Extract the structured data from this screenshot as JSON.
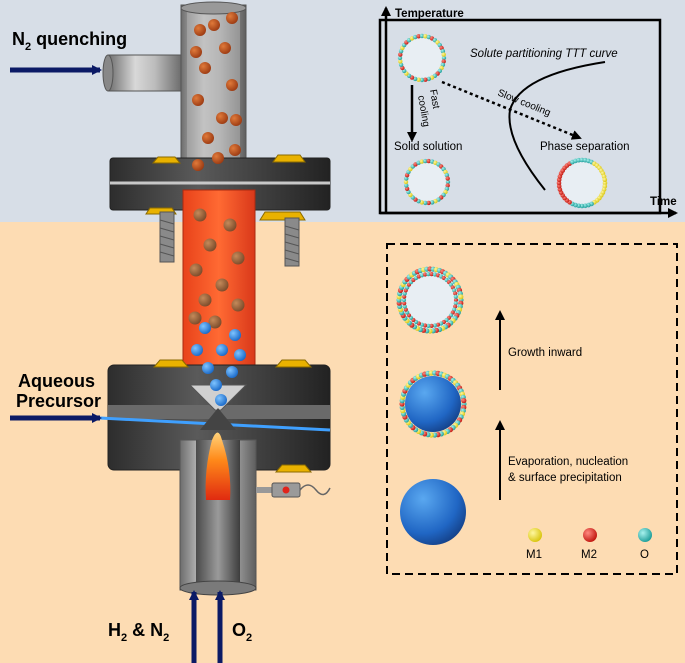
{
  "labels": {
    "n2_quenching": "N",
    "n2_quenching_sub": "2",
    "n2_quenching_rest": " quenching",
    "aqueous": "Aqueous",
    "precursor": "Precursor",
    "h2": "H",
    "h2_sub": "2",
    "and_n": " & N",
    "n2_sub": "2",
    "o": "O",
    "o_sub": "2"
  },
  "ttt_plot": {
    "y_axis": "Temperature",
    "x_axis": "Time",
    "curve_label": "Solute partitioning TTT curve",
    "fast_cooling_1": "Fast",
    "fast_cooling_2": "cooling",
    "slow_cooling": "Slow cooling",
    "solid_solution": "Solid solution",
    "phase_separation": "Phase separation"
  },
  "mechanism": {
    "growth_inward": "Growth inward",
    "step1_line1": "Evaporation, nucleation",
    "step1_line2": "& surface precipitation",
    "legend": [
      {
        "label": "M1",
        "color": "#f2e21b"
      },
      {
        "label": "M2",
        "color": "#e0241b"
      },
      {
        "label": "O",
        "color": "#2bb9b5"
      }
    ]
  },
  "colors": {
    "top_bg": "#d7dee7",
    "bottom_bg": "#fddcb3",
    "arrow": "#0b1a66",
    "flame_tube": "#ff5a1f",
    "droplet": "#2f7fe0"
  }
}
